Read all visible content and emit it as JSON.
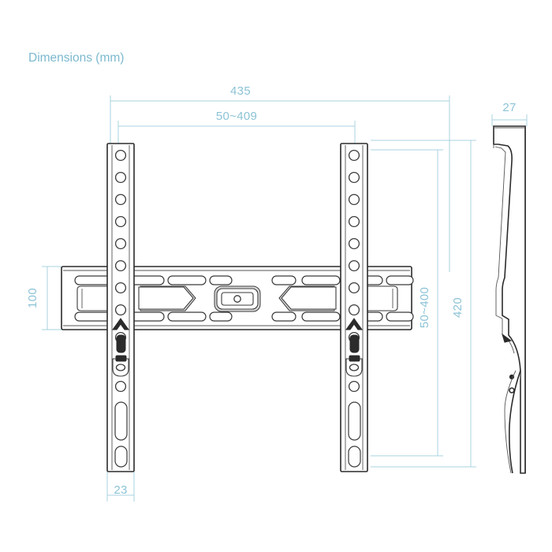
{
  "title": {
    "label": "Dimensions (mm)",
    "color": "#7cb9cf"
  },
  "colors": {
    "dimension_line": "#a9d3e2",
    "dimension_text": "#8cc3d6",
    "outline": "#2b2b2b",
    "shade": "#d9d9d9",
    "background": "#ffffff"
  },
  "dimensions": {
    "overall_width": {
      "label": "435",
      "orientation": "horizontal",
      "position": "top-outer"
    },
    "mounting_width_range": {
      "label": "50~409",
      "orientation": "horizontal",
      "position": "top-inner"
    },
    "bar_height": {
      "label": "100",
      "orientation": "vertical",
      "position": "left"
    },
    "mounting_height_range": {
      "label": "50~400",
      "orientation": "vertical",
      "position": "right-inner"
    },
    "overall_height": {
      "label": "420",
      "orientation": "vertical",
      "position": "right-outer"
    },
    "rail_width": {
      "label": "23",
      "orientation": "horizontal",
      "position": "bottom"
    },
    "depth": {
      "label": "27",
      "orientation": "horizontal",
      "position": "side-view-top"
    }
  },
  "views": [
    {
      "name": "front-view",
      "description": "Front elevation of fixed TV wall mount bracket"
    },
    {
      "name": "side-view",
      "description": "Side profile of wall mount showing depth"
    }
  ],
  "front_view": {
    "rails": [
      {
        "name": "left-vertical-rail",
        "upper_holes": 8,
        "lower_slots": 2
      },
      {
        "name": "right-vertical-rail",
        "upper_holes": 8,
        "lower_slots": 2
      }
    ],
    "horizontal_bar": {
      "name": "horizontal-mounting-bar",
      "top_slot_count": 9,
      "bottom_slot_count": 9,
      "tapered_cutouts": 4
    },
    "center_bracket": {
      "name": "center-mount-bracket",
      "has_hole": true
    },
    "lock_assemblies": 2,
    "arrow_markers": 2
  }
}
